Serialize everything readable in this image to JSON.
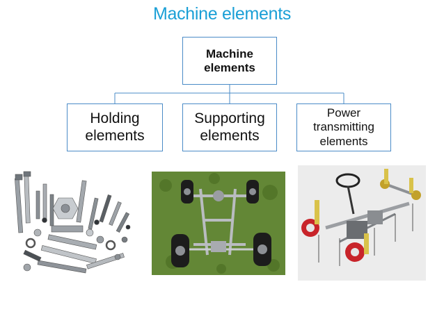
{
  "title": "Machine elements",
  "root": {
    "label": "Machine\nelements"
  },
  "children": [
    {
      "label": "Holding\nelements"
    },
    {
      "label": "Supporting\nelements"
    },
    {
      "label": "Power\ntransmitting\nelements"
    }
  ],
  "colors": {
    "title": "#1a9fd6",
    "box_border": "#4a8bc7",
    "text": "#111111"
  },
  "images": [
    {
      "icon": "fasteners-photo"
    },
    {
      "icon": "car-chassis-photo"
    },
    {
      "icon": "drivetrain-photo"
    }
  ]
}
